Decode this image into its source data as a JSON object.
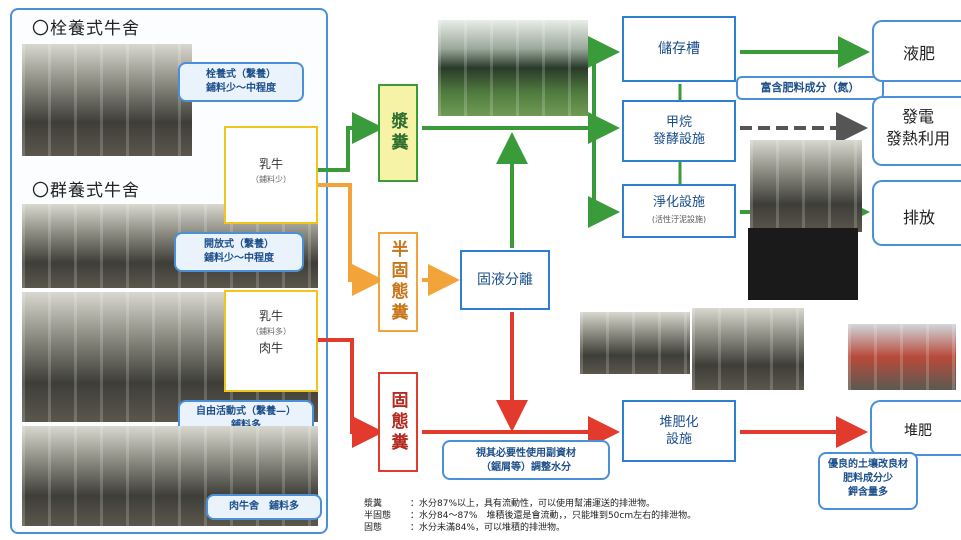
{
  "left_panel": {
    "tie_stall_title": "〇栓養式牛舍",
    "tie_stall_callout": [
      "栓養式（繫養）",
      "鋪料少～中程度"
    ],
    "free_barn_title": "〇群養式牛舍",
    "free_barn_callout": [
      "開放式（繫養）",
      "鋪料少～中程度"
    ],
    "free_stall_callout": [
      "自由活動式（繫養—）",
      "鋪料多"
    ],
    "beef_callout": "肉牛舍　鋪料多"
  },
  "sources": {
    "dairy_low": {
      "title": "乳牛",
      "note": "（鋪料少）"
    },
    "dairy_high": {
      "title": "乳牛",
      "note": "（鋪料多）",
      "title2": "肉牛"
    }
  },
  "manure": {
    "slurry": "漿糞",
    "semi_solid": "半固態糞",
    "solid": "固態糞"
  },
  "separation": "固液分離",
  "facilities": {
    "storage": "儲存槽",
    "methane": [
      "甲烷",
      "發酵設施"
    ],
    "purify": "淨化設施",
    "purify_note": "(活性汙泥設施)",
    "compost": [
      "堆肥化",
      "設施"
    ]
  },
  "badge_nitrogen": "富含肥料成分（氮）",
  "outputs": {
    "liquid": "液肥",
    "power": [
      "發電",
      "發熱利用"
    ],
    "discharge": "排放",
    "compost": "堆肥"
  },
  "compost_note": [
    "優良的土壤改良材",
    "肥料成分少",
    "鉀含量多"
  ],
  "additive_note": [
    "視其必要性使用副資材",
    "（鋸屑等）調整水分"
  ],
  "legend": [
    {
      "term": "漿糞",
      "desc": "：水分87%以上，具有流動性，可以使用幫浦運送的排泄物。"
    },
    {
      "term": "半固態",
      "desc": "：水分84～87%　堆積後還是會流動，，只能堆到50cm左右的排泄物。"
    },
    {
      "term": "固態",
      "desc": "：水分未滿84%，可以堆積的排泄物。"
    }
  ],
  "colors": {
    "green": "#3a9b3a",
    "orange": "#f2a33a",
    "red": "#e23b2e",
    "blue": "#2f7fd1",
    "gray": "#555555"
  }
}
